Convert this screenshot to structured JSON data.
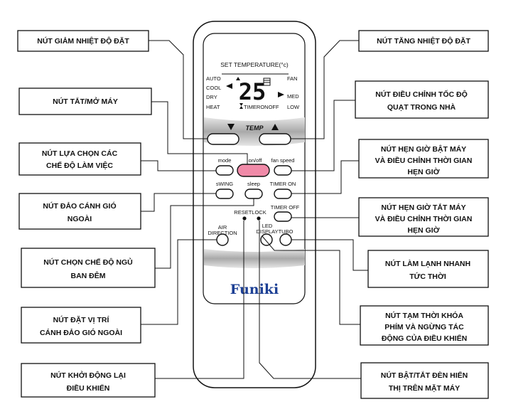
{
  "callouts_left": [
    {
      "id": "temp-down",
      "lines": [
        "NÚT GIẢM NHIỆT ĐỘ ĐẶT"
      ]
    },
    {
      "id": "onoff",
      "lines": [
        "NÚT TẮT/MỞ MÁY"
      ]
    },
    {
      "id": "mode",
      "lines": [
        "NÚT LỰA CHỌN CÁC",
        "CHẾ ĐỘ LÀM VIỆC"
      ]
    },
    {
      "id": "swing",
      "lines": [
        "NÚT ĐẢO CÁNH GIÓ",
        "NGOÀI"
      ]
    },
    {
      "id": "sleep",
      "lines": [
        "NÚT CHỌN CHẾ ĐỘ NGỦ",
        "BAN ĐÊM"
      ]
    },
    {
      "id": "air-direction",
      "lines": [
        "NÚT ĐẶT VỊ TRÍ",
        "CÁNH ĐẢO GIÓ NGOÀI"
      ]
    },
    {
      "id": "reset",
      "lines": [
        "NÚT KHỞI ĐỘNG LẠI",
        "ĐIỀU KHIỂN"
      ]
    }
  ],
  "callouts_right": [
    {
      "id": "temp-up",
      "lines": [
        "NÚT TĂNG NHIỆT ĐỘ ĐẶT"
      ]
    },
    {
      "id": "fan-speed",
      "lines": [
        "NÚT ĐIỀU CHỈNH TỐC ĐỘ",
        "QUẠT TRONG NHÀ"
      ]
    },
    {
      "id": "timer-on",
      "lines": [
        "NÚT HẸN GIỜ BẬT MÁY",
        "VÀ ĐIỀU CHỈNH THỜI GIAN",
        "HẸN GIỜ"
      ]
    },
    {
      "id": "timer-off",
      "lines": [
        "NÚT HẸN GIỜ TẮT MÁY",
        "VÀ ĐIỀU CHỈNH THỜI GIAN",
        "HẸN GIỜ"
      ]
    },
    {
      "id": "tubo",
      "lines": [
        "NÚT LÀM LẠNH NHANH",
        "TỨC THỜI"
      ]
    },
    {
      "id": "lock",
      "lines": [
        "NÚT TẠM THỜI KHÓA",
        "PHÍM VÀ NGỪNG TÁC",
        "ĐỘNG CỦA ĐIỀU KHIỂN"
      ]
    },
    {
      "id": "led",
      "lines": [
        "NÚT BẬT/TẮT ĐÈN HIỂN",
        "THỊ TRÊN MẶT MÁY"
      ]
    }
  ],
  "remote": {
    "set_temperature": "SET TEMPERATURE(°c)",
    "lcd_modes_left": [
      "AUTO",
      "COOL",
      "DRY",
      "HEAT"
    ],
    "lcd_modes_right": [
      "FAN",
      "MED",
      "LOW"
    ],
    "lcd_digits": "25",
    "lcd_timer": "TIMERONOFF",
    "temp_label": "TEMP",
    "btn_mode": "mode",
    "btn_onoff": "on/off",
    "btn_fanspeed": "fan speed",
    "btn_swing": "sWING",
    "btn_sleep": "sleep",
    "btn_timeron": "TIMER ON",
    "btn_timeroff": "TIMER OFF",
    "resetlock": "RESETLOCK",
    "air_direction": [
      "AIR",
      "DIRECTION"
    ],
    "led_display": [
      "LED",
      "DISPLAY"
    ],
    "tubo": "TUBO",
    "brand": "Funiki"
  },
  "colors": {
    "onoff_button": "#f08aa8",
    "gray_band": "#b8b8b8",
    "brand_blue": "#1c3f94"
  }
}
